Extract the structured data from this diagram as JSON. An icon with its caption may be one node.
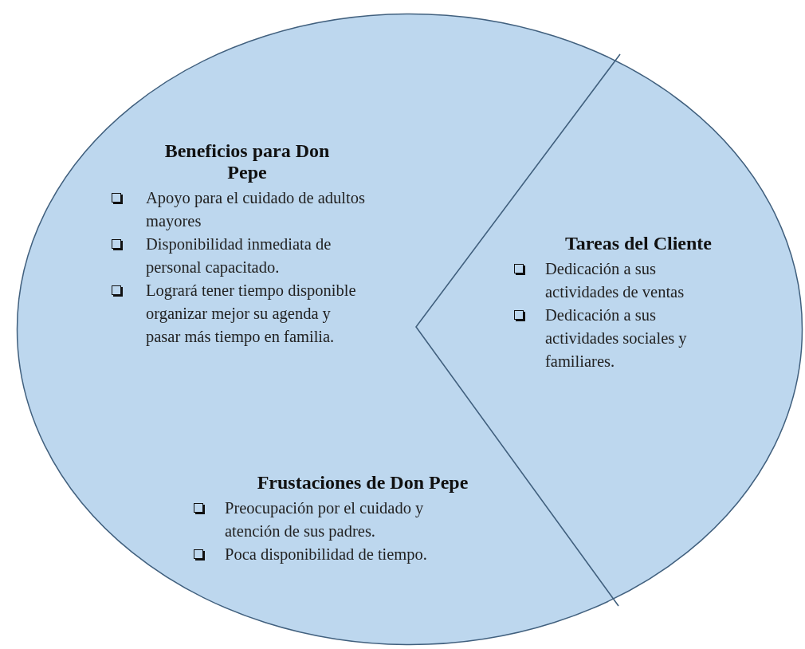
{
  "diagram": {
    "nodes": [
      {
        "text": [],
        "shape": "circle"
      },
      {
        "text": [
          "Beneficios para Don Pepe",
          "Apoyo para el cuidado de adultos mayores",
          "Disponibilidad inmediata de personal capacitado.",
          "Logrará tener tiempo disponible organizar mejor su agenda y pasar más tiempo en familia."
        ],
        "in": 0
      },
      {
        "text": [
          "Tareas del Cliente",
          "Dedicación a sus actividades de ventas",
          "Dedicación a sus actividades sociales y familiares."
        ],
        "in": 0
      },
      {
        "text": [
          "Frustaciones de Don Pepe",
          "Preocupación por el cuidado y atención de sus padres.",
          "Poca disponibilidad de tiempo."
        ],
        "in": 0
      }
    ]
  }
}
